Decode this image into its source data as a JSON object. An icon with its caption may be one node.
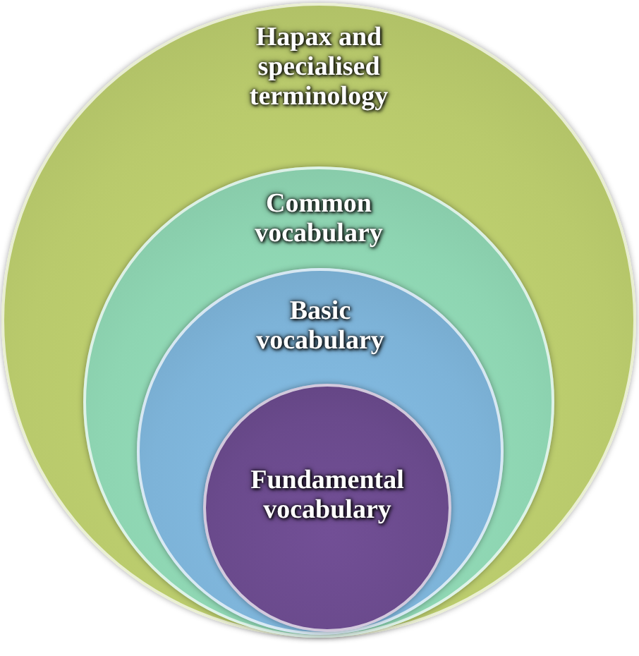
{
  "diagram": {
    "nodes": [
      {
        "text": [
          "Hapax and specialised terminology"
        ]
      },
      {
        "text": [
          "Common vocabulary"
        ],
        "in": 0
      },
      {
        "text": [
          "Basic vocabulary"
        ],
        "in": 1
      },
      {
        "text": [
          "Fundamental vocabulary"
        ],
        "in": 2
      }
    ]
  }
}
